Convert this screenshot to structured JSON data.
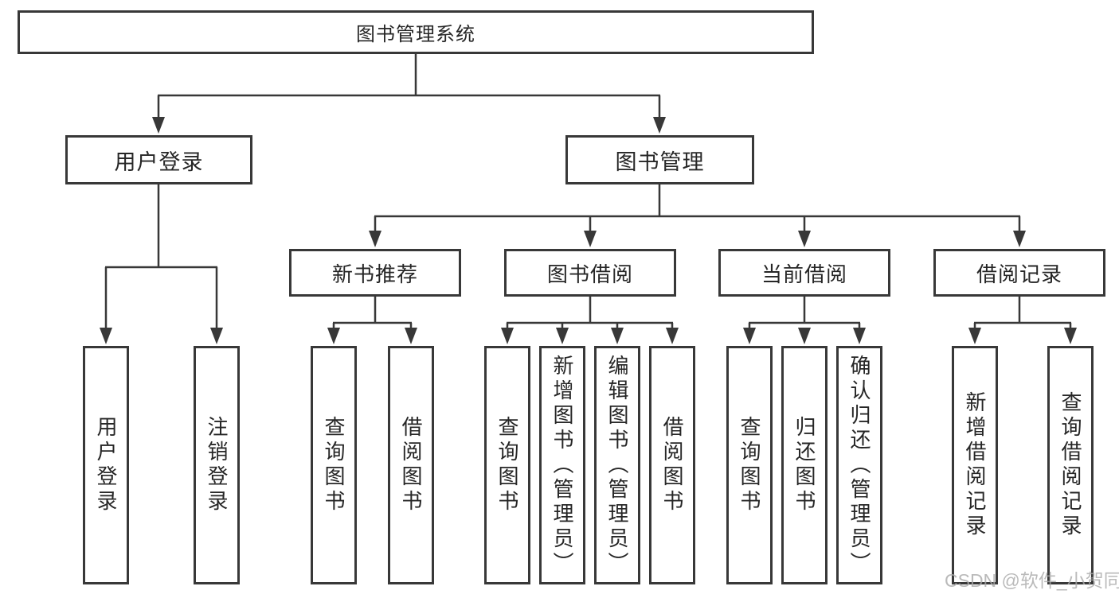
{
  "nodes": {
    "root": "图书管理系统",
    "user_login": "用户登录",
    "book_management": "图书管理",
    "new_book_recommendation": "新书推荐",
    "book_borrowing": "图书借阅",
    "current_borrowing": "当前借阅",
    "borrowing_records": "借阅记录"
  },
  "leaves": {
    "user_login": [
      "用户登录",
      "注销登录"
    ],
    "new_book_recommendation": [
      "查询图书",
      "借阅图书"
    ],
    "book_borrowing": [
      "查询图书",
      "新增图书（管理员）",
      "编辑图书（管理员）",
      "借阅图书"
    ],
    "current_borrowing": [
      "查询图书",
      "归还图书",
      "确认归还（管理员）"
    ],
    "borrowing_records": [
      "新增借阅记录",
      "查询借阅记录"
    ]
  },
  "watermark": "CSDN @软件_小贺同学",
  "colors": {
    "line": "#383838",
    "box_border": "#383838",
    "text": "#262626",
    "watermark": "#aaaaaa",
    "background": "#ffffff"
  }
}
